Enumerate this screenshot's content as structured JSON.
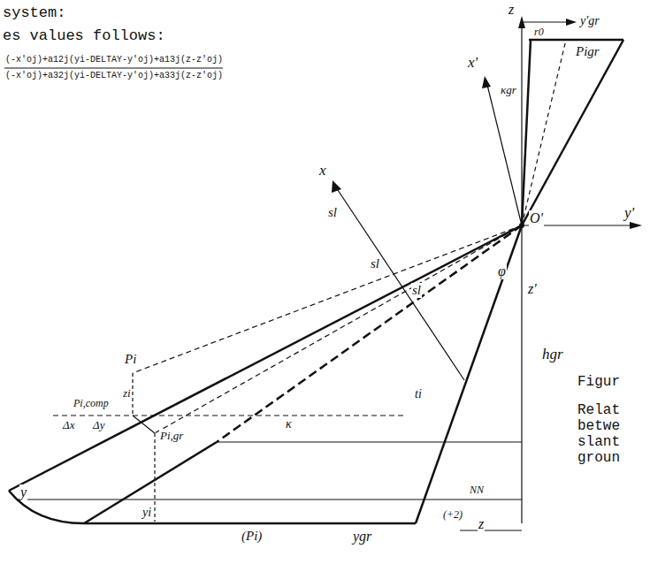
{
  "diagram": {
    "labels": [
      "system:",
      "es values follows:",
      "(-x'oj)+a12j(yi-DELTAY-y'oj)+a13j(z-z'oj)",
      "(-x'oj)+a32j(yi-DELTAY-y'oj)+a33j(z-z'oj)",
      "z",
      "y'gr",
      "r0",
      "Pigr",
      "κgr",
      "x'",
      "O'",
      "y'",
      "φ",
      "z'",
      "x",
      "sl",
      "sl",
      "sl",
      "hgr",
      "Pi",
      "zi",
      "Pi,comp",
      "Δx",
      "Δy",
      "Pi,gr",
      "ti",
      "κ",
      "y",
      "yi",
      "NN",
      "z",
      "(Pi)",
      "ygr",
      "(+2)",
      "Figur",
      "Relat",
      "betwe",
      "slant",
      "groun"
    ]
  }
}
